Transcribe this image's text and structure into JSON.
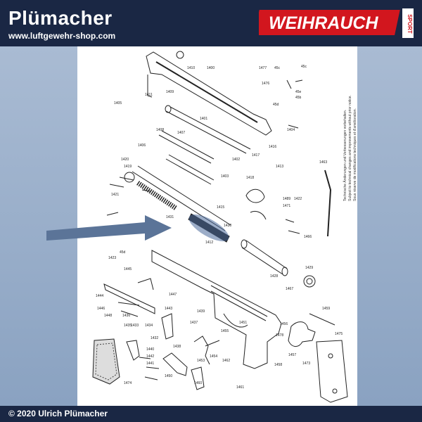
{
  "header": {
    "brand_name": "Plümacher",
    "brand_url": "www.luftgewehr-shop.com",
    "logo_text": "WEIHRAUCH",
    "logo_sub": "SPORT"
  },
  "diagram": {
    "notes": [
      "Technische Änderungen und Verbesserungen vorbehalten.",
      "Subject to technical changes and improvements without prior notice.",
      "Sous réserve de modifications techniques et d'amélioration."
    ],
    "highlighted_part": "1430",
    "parts": [
      "1410",
      "1400",
      "1409",
      "1411",
      "1405",
      "1477",
      "45c",
      "1476",
      "45d",
      "45b",
      "45e",
      "1404",
      "1401",
      "1408",
      "1407",
      "1406",
      "1402",
      "1403",
      "1417",
      "1416",
      "1413",
      "1420",
      "1419",
      "1421",
      "1418",
      "1422",
      "1463",
      "1415",
      "1489",
      "1471",
      "1431",
      "1412",
      "1466",
      "45d",
      "1423",
      "1428",
      "1429",
      "1445",
      "1467",
      "1444",
      "1447",
      "1446",
      "1443",
      "1448",
      "1455",
      "1439",
      "1437",
      "1436",
      "1438",
      "1459",
      "1456",
      "1475",
      "1442",
      "1440",
      "1441",
      "1457",
      "1458",
      "1473",
      "1474",
      "1450",
      "1454",
      "1453",
      "1460",
      "1461",
      "1462",
      "1434",
      "1433",
      "1478",
      "1435",
      "1432",
      "1451"
    ]
  },
  "footer": {
    "copyright": "© 2020 Ulrich Plümacher"
  }
}
